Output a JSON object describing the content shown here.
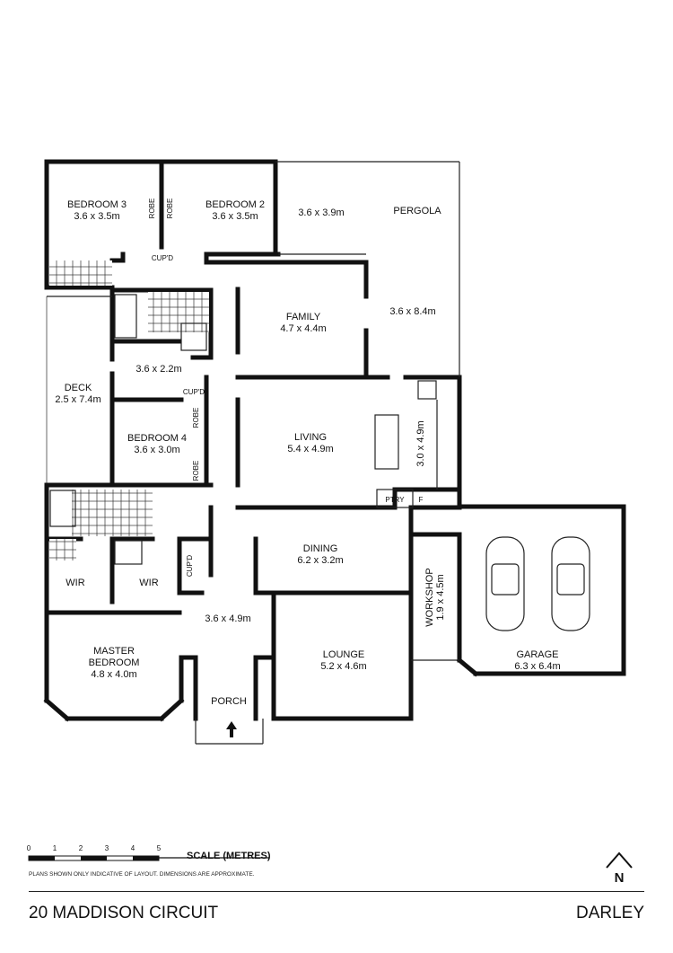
{
  "rooms": {
    "bedroom3": {
      "name": "BEDROOM 3",
      "dims": "3.6 x 3.5m"
    },
    "bedroom2": {
      "name": "BEDROOM 2",
      "dims": "3.6 x 3.5m"
    },
    "robe_a": "ROBE",
    "robe_b": "ROBE",
    "cupd_top": "CUP'D",
    "pergola_left": {
      "dims": "3.6 x 3.9m"
    },
    "pergola": {
      "name": "PERGOLA"
    },
    "pergola_right": {
      "dims": "3.6 x 8.4m"
    },
    "family": {
      "name": "FAMILY",
      "dims": "4.7 x 4.4m"
    },
    "deck": {
      "name": "DECK",
      "dims": "2.5 x 7.4m"
    },
    "hall_small": {
      "dims": "3.6 x 2.2m"
    },
    "cupd_mid": "CUP'D",
    "bedroom4": {
      "name": "BEDROOM 4",
      "dims": "3.6 x 3.0m"
    },
    "robe_c": "ROBE",
    "robe_d": "ROBE",
    "living": {
      "name": "LIVING",
      "dims": "5.4 x 4.9m"
    },
    "kitchen": {
      "dims": "3.0 x 4.9m"
    },
    "ptry": "PTRY",
    "fridge": "F",
    "dining": {
      "name": "DINING",
      "dims": "6.2 x 3.2m"
    },
    "wir_left": "WIR",
    "wir_right": "WIR",
    "cupd_low": "CUP'D",
    "entry": {
      "dims": "3.6 x 4.9m"
    },
    "master": {
      "name1": "MASTER",
      "name2": "BEDROOM",
      "dims": "4.8 x 4.0m"
    },
    "porch": {
      "name": "PORCH"
    },
    "lounge": {
      "name": "LOUNGE",
      "dims": "5.2 x 4.6m"
    },
    "workshop": {
      "name": "WORKSHOP",
      "dims": "1.9 x 4.5m"
    },
    "garage": {
      "name": "GARAGE",
      "dims": "6.3 x 6.4m"
    }
  },
  "scale": {
    "title": "SCALE (METRES)",
    "ticks": [
      "0",
      "1",
      "2",
      "3",
      "4",
      "5"
    ]
  },
  "disclaimer": "PLANS SHOWN ONLY INDICATIVE OF LAYOUT.  DIMENSIONS ARE APPROXIMATE.",
  "compass": "N",
  "footer": {
    "address": "20 MADDISON CIRCUIT",
    "suburb": "DARLEY"
  }
}
